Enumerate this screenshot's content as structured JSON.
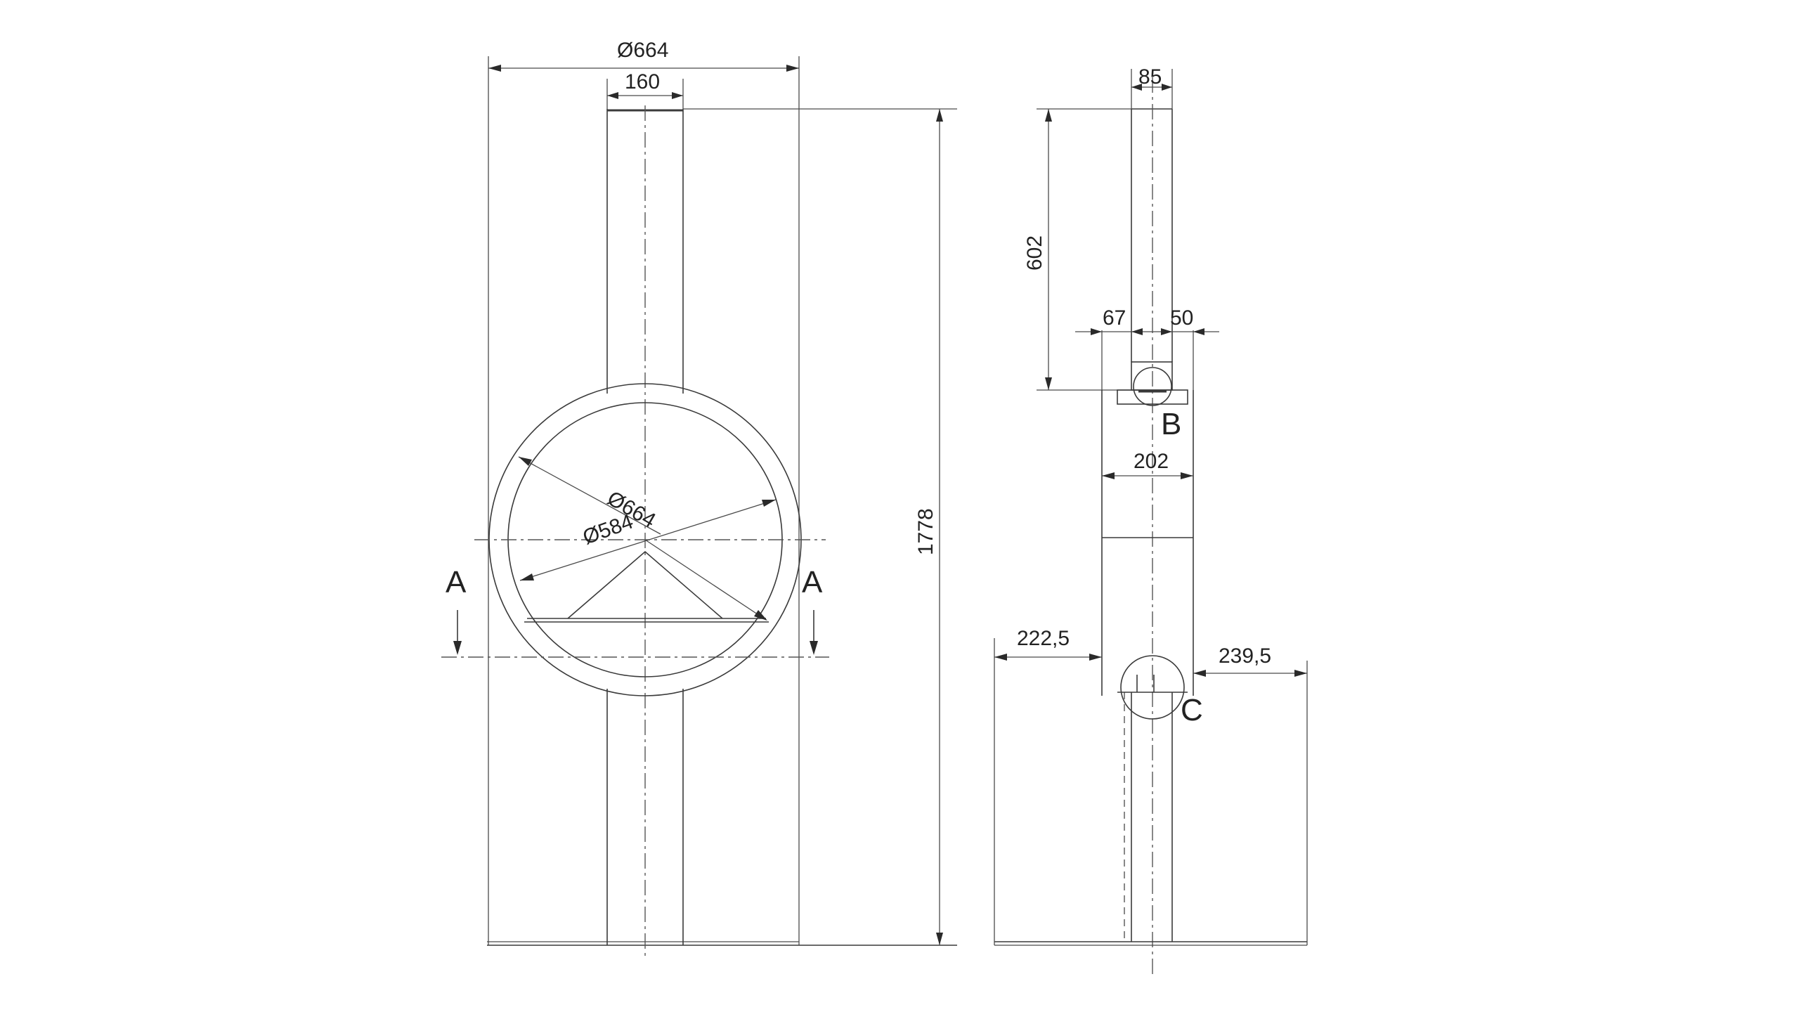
{
  "front_view": {
    "dim_overall_width": "Ø664",
    "dim_pipe_width": "160",
    "dim_total_height": "1778",
    "dim_outer_diameter": "Ø664",
    "dim_inner_diameter": "Ø584",
    "section_label_left": "A",
    "section_label_right": "A"
  },
  "side_view": {
    "dim_pipe_depth": "85",
    "dim_upper_height": "602",
    "dim_offset_left": "67",
    "dim_offset_right": "50",
    "dim_body_depth": "202",
    "dim_base_left": "222,5",
    "dim_base_right": "239,5",
    "detail_label_b": "B",
    "detail_label_c": "C"
  }
}
